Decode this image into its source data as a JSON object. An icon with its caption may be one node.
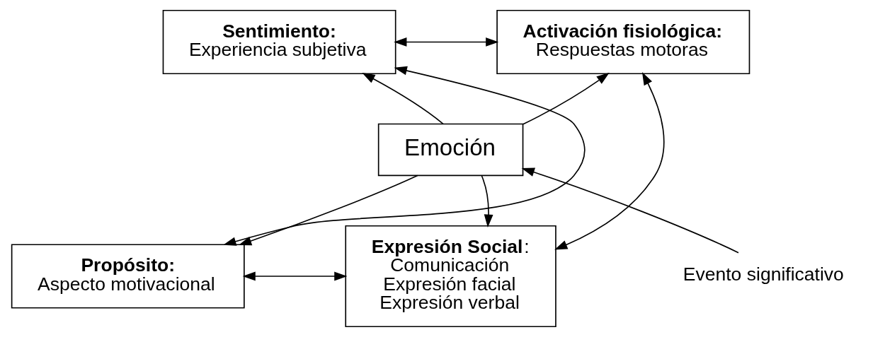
{
  "diagram": {
    "nodes": [
      {
        "text": [
          "Emoción"
        ]
      },
      {
        "text": [
          "Sentimiento:",
          "Experiencia subjetiva"
        ]
      },
      {
        "text": [
          "Activación fisiológica:",
          "Respuestas motoras"
        ]
      },
      {
        "text": [
          "Propósito:",
          "Aspecto motivacional"
        ]
      },
      {
        "text": [
          "**Expresión Social**:",
          "Comunicación",
          "Expresión facial",
          "Expresión verbal"
        ]
      },
      {
        "text": [
          "Evento significativo"
        ]
      }
    ],
    "edges": [
      {
        "from": 0,
        "to": 1,
        "arrow": "to"
      },
      {
        "from": 0,
        "to": 2,
        "arrow": "to"
      },
      {
        "from": 0,
        "to": 3,
        "arrow": "to"
      },
      {
        "from": 0,
        "to": 4,
        "arrow": "to"
      },
      {
        "from": 1,
        "to": 2,
        "arrow": "both"
      },
      {
        "from": 1,
        "to": 3,
        "arrow": "both"
      },
      {
        "from": 2,
        "to": 4,
        "arrow": "both"
      },
      {
        "from": 3,
        "to": 4,
        "arrow": "both"
      },
      {
        "from": 5,
        "to": 0,
        "arrow": "to"
      }
    ]
  }
}
